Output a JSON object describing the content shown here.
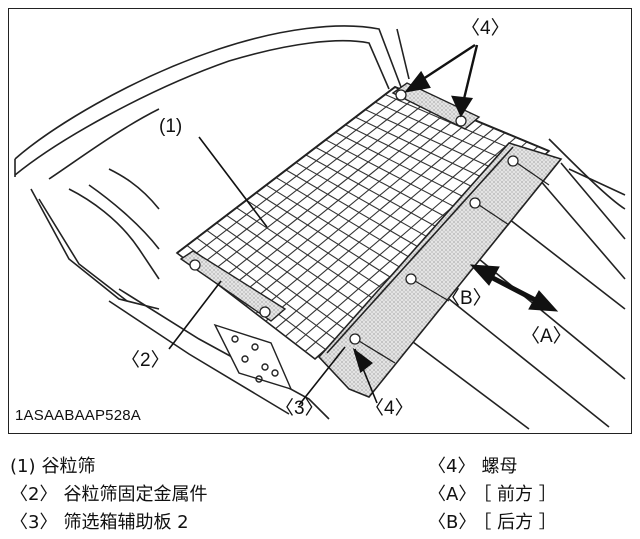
{
  "figure": {
    "code": "1ASAABAAP528A",
    "callouts": {
      "c1": "(1)",
      "c2": "〈2〉",
      "c3": "〈3〉",
      "c4_top": "〈4〉",
      "c4_bottom": "〈4〉",
      "cA": "〈A〉",
      "cB": "〈B〉"
    }
  },
  "legend": {
    "items": [
      {
        "code": "(1)",
        "text": "谷粒筛"
      },
      {
        "code": "〈2〉",
        "text": "谷粒筛固定金属件"
      },
      {
        "code": "〈3〉",
        "text": "筛选箱辅助板 2"
      },
      {
        "code": "〈4〉",
        "text": "螺母"
      },
      {
        "code": "〈A〉",
        "text": "［ 前方 ］"
      },
      {
        "code": "〈B〉",
        "text": "［ 后方 ］"
      }
    ]
  }
}
